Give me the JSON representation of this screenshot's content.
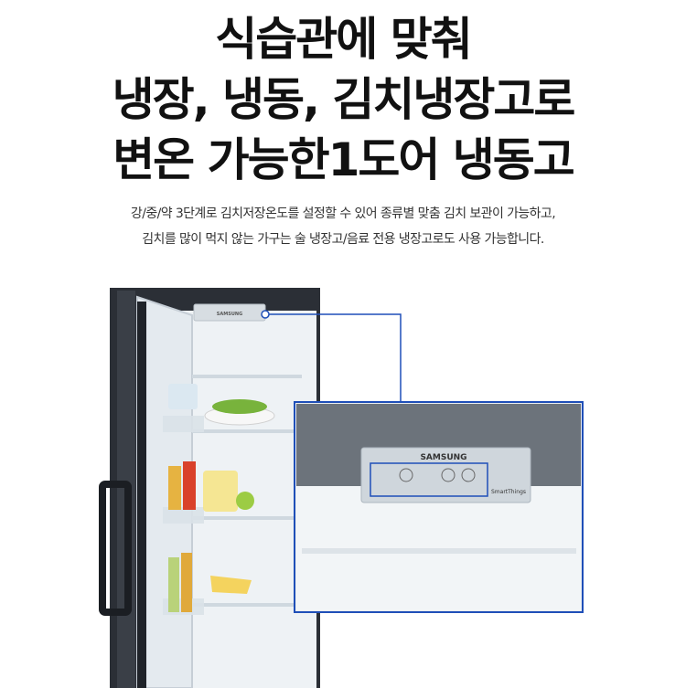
{
  "headline": {
    "line1": "식습관에 맞춰",
    "line2": "냉장, 냉동, 김치냉장고로",
    "line3": "변온 가능한1도어 냉동고"
  },
  "description": {
    "line1": "강/중/약 3단계로 김치저장온도를 설정할 수 있어 종류별 맞춤 김치 보관이 가능하고,",
    "line2": "김치를 많이 먹지 않는 가구는 술 냉장고/음료 전용 냉장고로도 사용 가능합니다."
  },
  "panel": {
    "brand": "SAMSUNG",
    "brand_small": "SAMSUNG",
    "smartthings": "SmartThings"
  },
  "colors": {
    "headline": "#111111",
    "callout_line": "#1f4fb8",
    "fridge_body": "#2b2f36",
    "interior": "#eef2f5"
  }
}
